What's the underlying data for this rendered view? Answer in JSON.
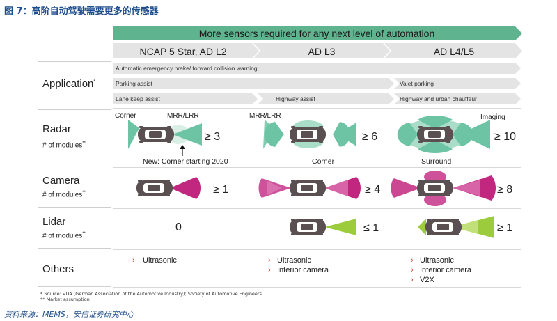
{
  "figure_title": "图 7：高阶自动驾驶需要更多的传感器",
  "banner": "More sensors required for any next level of automation",
  "levels": [
    "NCAP 5 Star, AD L2",
    "AD L3",
    "AD L4/L5"
  ],
  "rows": {
    "application": {
      "label": "Application",
      "mark": "*"
    },
    "radar": {
      "label": "Radar",
      "sub": "# of modules",
      "mark": "**"
    },
    "camera": {
      "label": "Camera",
      "sub": "# of modules",
      "mark": "**"
    },
    "lidar": {
      "label": "Lidar",
      "sub": "# of modules",
      "mark": "**"
    },
    "others": {
      "label": "Others"
    }
  },
  "applications": {
    "aeb": "Automatic emergency brake/ forward collision warning",
    "parking": "Parking assist",
    "valet": "Valet parking",
    "lane": "Lane keep assist",
    "highway": "Highway assist",
    "chauffeur": "Highway and urban chauffeur"
  },
  "radar": {
    "l2_labels": {
      "corner": "Corner",
      "mrr": "MRR/LRR"
    },
    "l2_count": "≥ 3",
    "l2_note": "New: Corner starting 2020",
    "l3_label": "MRR/LRR",
    "l3_count": "≥ 6",
    "l3_note": "Corner",
    "l45_label": "Imaging",
    "l45_count": "≥ 10",
    "l45_note": "Surround"
  },
  "camera": {
    "l2": "≥ 1",
    "l3": "≥ 4",
    "l45": "≥ 8"
  },
  "lidar": {
    "l2": "0",
    "l3": "≤ 1",
    "l45": "≥ 1"
  },
  "others": {
    "l2": [
      "Ultrasonic"
    ],
    "l3": [
      "Ultrasonic",
      "Interior camera"
    ],
    "l45": [
      "Ultrasonic",
      "Interior camera",
      "V2X"
    ]
  },
  "footnotes": [
    "*    Source: VDA (German Association of the Automotive Industry); Society of Automotive Engineers",
    "**   Market assumption"
  ],
  "source": "资料来源：MEMS，安信证券研究中心",
  "colors": {
    "banner": "#5fb38f",
    "level_bar": "#e4e4e4",
    "radar": "#6cc4a4",
    "camera": "#c2277f",
    "lidar": "#9ccc3c",
    "car": "#5a5052",
    "title": "#1f4e8c",
    "bullet": "#d03a2c"
  }
}
